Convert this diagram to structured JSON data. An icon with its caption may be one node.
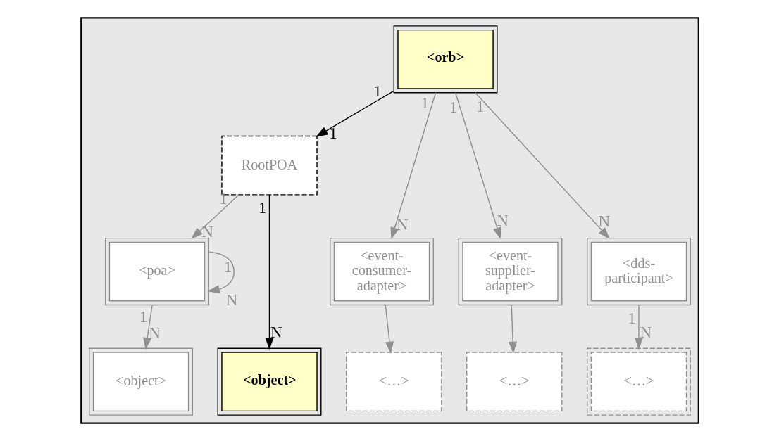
{
  "diagram": {
    "nodes": [
      {
        "text": [],
        "shape": "box"
      },
      {
        "text": [
          "<orb>"
        ],
        "in": 0
      },
      {
        "text": [
          "RootPOA"
        ],
        "in": 0
      },
      {
        "text": [
          "<poa>"
        ],
        "in": 0
      },
      {
        "text": [
          "<event- consumer- adapter>"
        ],
        "in": 0
      },
      {
        "text": [
          "<event- supplier- adapter>"
        ],
        "in": 0
      },
      {
        "text": [
          "<dds- participant>"
        ],
        "in": 0
      },
      {
        "text": [
          "<object>"
        ],
        "in": 0
      },
      {
        "text": [
          "<object>"
        ],
        "in": 0
      },
      {
        "text": [
          "<…>"
        ],
        "in": 0
      },
      {
        "text": [
          "<…>"
        ],
        "in": 0
      },
      {
        "text": [
          "<…>"
        ],
        "in": 0
      }
    ],
    "edges": [
      {
        "from": 1,
        "to": 2,
        "arrow": "to",
        "color": "#000000"
      },
      {
        "from": 2,
        "to": 7,
        "arrow": "to",
        "color": "#000000"
      },
      {
        "from": 2,
        "to": 3,
        "arrow": "to"
      },
      {
        "from": 1,
        "to": 4,
        "arrow": "to"
      },
      {
        "from": 1,
        "to": 5,
        "arrow": "to"
      },
      {
        "from": 1,
        "to": 6,
        "arrow": "to"
      },
      {
        "from": 3,
        "to": 3,
        "arrow": "to"
      },
      {
        "from": 3,
        "to": 8,
        "arrow": "to"
      },
      {
        "from": 4,
        "to": 9,
        "arrow": "to"
      },
      {
        "from": 5,
        "to": 10,
        "arrow": "to"
      },
      {
        "from": 6,
        "to": 11,
        "arrow": "to"
      }
    ],
    "labels": [
      "1",
      "1",
      "1",
      "N",
      "1",
      "N",
      "1",
      "N",
      "1",
      "N",
      "1",
      "N",
      "1",
      "N",
      "1",
      "N",
      "1",
      "N"
    ]
  }
}
